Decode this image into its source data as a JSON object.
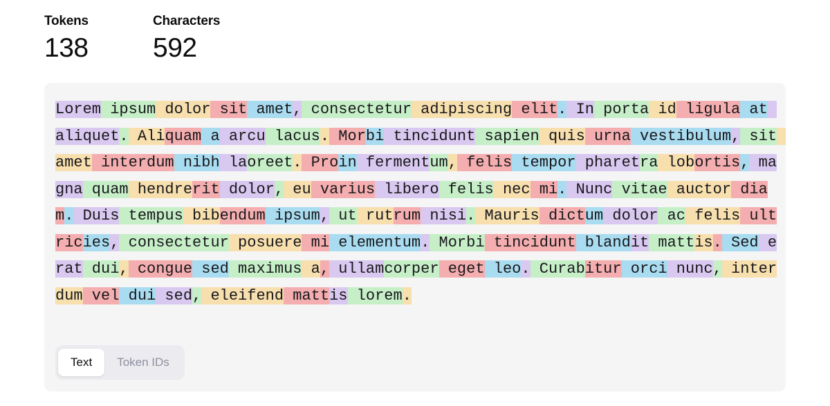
{
  "stats": {
    "tokens": {
      "label": "Tokens",
      "value": "138"
    },
    "characters": {
      "label": "Characters",
      "value": "592"
    }
  },
  "tabs": {
    "text": {
      "label": "Text",
      "active": true
    },
    "token_ids": {
      "label": "Token IDs",
      "active": false
    }
  },
  "palette": {
    "purple": "#d9c8f0",
    "green": "#c6efc8",
    "orange": "#f7dfae",
    "pink": "#f5aeb0",
    "blue": "#a9dcf0"
  },
  "tokenized_text": {
    "full_text": "Lorem ipsum dolor sit amet, consectetur adipiscing elit. In porta id ligula at aliquet. Aliquam a arcu lacus. Morbi tincidunt sapien quis urna vestibulum, sit amet interdum nibh laoreet. Proin fermentum, felis tempor pharetra lobortis, magna quam hendrerit dolor, eu varius libero felis nec mi. Nunc vitae auctor diam. Duis tempus bibendum ipsum, ut rutrum nisi. Mauris dictum dolor ac felis ultricies, consectetur posuere mi elementum. Morbi tincidunt blandit mattis. Sed erat dui, congue sed maximus a, ullamcorper eget leo. Curabitur orci nunc, interdum vel dui sed, eleifend mattis lorem.",
    "tokens": [
      {
        "t": "Lorem",
        "c": "purple"
      },
      {
        "t": " ipsum",
        "c": "green"
      },
      {
        "t": " dolor",
        "c": "orange"
      },
      {
        "t": " sit",
        "c": "pink"
      },
      {
        "t": " amet",
        "c": "blue"
      },
      {
        "t": ",",
        "c": "purple"
      },
      {
        "t": " consectetur",
        "c": "green"
      },
      {
        "t": " adipiscing",
        "c": "orange"
      },
      {
        "t": " elit",
        "c": "pink"
      },
      {
        "t": ".",
        "c": "blue"
      },
      {
        "t": " In",
        "c": "purple"
      },
      {
        "t": " porta",
        "c": "green"
      },
      {
        "t": " id",
        "c": "orange"
      },
      {
        "t": " ligula",
        "c": "pink"
      },
      {
        "t": " at",
        "c": "blue"
      },
      {
        "t": " aliquet",
        "c": "purple"
      },
      {
        "t": ".",
        "c": "green"
      },
      {
        "t": " Ali",
        "c": "orange"
      },
      {
        "t": "quam",
        "c": "pink"
      },
      {
        "t": " a",
        "c": "blue"
      },
      {
        "t": " arcu",
        "c": "purple"
      },
      {
        "t": " lacus",
        "c": "green"
      },
      {
        "t": ".",
        "c": "orange"
      },
      {
        "t": " Mor",
        "c": "pink"
      },
      {
        "t": "bi",
        "c": "blue"
      },
      {
        "t": " tincidunt",
        "c": "purple"
      },
      {
        "t": " sapien",
        "c": "green"
      },
      {
        "t": " quis",
        "c": "orange"
      },
      {
        "t": " urna",
        "c": "pink"
      },
      {
        "t": " vestibulum",
        "c": "blue"
      },
      {
        "t": ",",
        "c": "purple"
      },
      {
        "t": " sit",
        "c": "green"
      },
      {
        "t": " amet",
        "c": "orange"
      },
      {
        "t": " interdum",
        "c": "pink"
      },
      {
        "t": " nibh",
        "c": "blue"
      },
      {
        "t": " la",
        "c": "purple"
      },
      {
        "t": "oreet",
        "c": "green"
      },
      {
        "t": ".",
        "c": "orange"
      },
      {
        "t": " Pro",
        "c": "pink"
      },
      {
        "t": "in",
        "c": "blue"
      },
      {
        "t": " ferment",
        "c": "purple"
      },
      {
        "t": "um",
        "c": "green"
      },
      {
        "t": ",",
        "c": "orange"
      },
      {
        "t": " felis",
        "c": "pink"
      },
      {
        "t": " tempor",
        "c": "blue"
      },
      {
        "t": " pharet",
        "c": "purple"
      },
      {
        "t": "ra",
        "c": "green"
      },
      {
        "t": " lob",
        "c": "orange"
      },
      {
        "t": "ortis",
        "c": "pink"
      },
      {
        "t": ",",
        "c": "blue"
      },
      {
        "t": " magna",
        "c": "purple"
      },
      {
        "t": " quam",
        "c": "green"
      },
      {
        "t": " hendre",
        "c": "orange"
      },
      {
        "t": "rit",
        "c": "pink"
      },
      {
        "t": " dolor",
        "c": "purple"
      },
      {
        "t": ",",
        "c": "green"
      },
      {
        "t": " eu",
        "c": "orange"
      },
      {
        "t": " varius",
        "c": "pink"
      },
      {
        "t": " libero",
        "c": "purple"
      },
      {
        "t": " felis",
        "c": "green"
      },
      {
        "t": " nec",
        "c": "orange"
      },
      {
        "t": " mi",
        "c": "pink"
      },
      {
        "t": ".",
        "c": "blue"
      },
      {
        "t": " Nunc",
        "c": "purple"
      },
      {
        "t": " vitae",
        "c": "green"
      },
      {
        "t": " auctor",
        "c": "orange"
      },
      {
        "t": " diam",
        "c": "pink"
      },
      {
        "t": ".",
        "c": "blue"
      },
      {
        "t": " Duis",
        "c": "purple"
      },
      {
        "t": " tempus",
        "c": "green"
      },
      {
        "t": " bib",
        "c": "orange"
      },
      {
        "t": "endum",
        "c": "pink"
      },
      {
        "t": " ipsum",
        "c": "blue"
      },
      {
        "t": ",",
        "c": "purple"
      },
      {
        "t": " ut",
        "c": "green"
      },
      {
        "t": " rut",
        "c": "orange"
      },
      {
        "t": "rum",
        "c": "pink"
      },
      {
        "t": " nisi",
        "c": "purple"
      },
      {
        "t": ".",
        "c": "green"
      },
      {
        "t": " Mauris",
        "c": "orange"
      },
      {
        "t": " dict",
        "c": "pink"
      },
      {
        "t": "um",
        "c": "blue"
      },
      {
        "t": " dolor",
        "c": "purple"
      },
      {
        "t": " ac",
        "c": "green"
      },
      {
        "t": " felis",
        "c": "orange"
      },
      {
        "t": " ultric",
        "c": "pink"
      },
      {
        "t": "ies",
        "c": "blue"
      },
      {
        "t": ",",
        "c": "purple"
      },
      {
        "t": " consectetur",
        "c": "green"
      },
      {
        "t": " posuere",
        "c": "orange"
      },
      {
        "t": " mi",
        "c": "pink"
      },
      {
        "t": " elementum",
        "c": "blue"
      },
      {
        "t": ".",
        "c": "purple"
      },
      {
        "t": " Morbi",
        "c": "green"
      },
      {
        "t": " tincidunt",
        "c": "pink"
      },
      {
        "t": " bland",
        "c": "blue"
      },
      {
        "t": "it",
        "c": "purple"
      },
      {
        "t": " matt",
        "c": "green"
      },
      {
        "t": "is",
        "c": "orange"
      },
      {
        "t": ".",
        "c": "pink"
      },
      {
        "t": " Sed",
        "c": "blue"
      },
      {
        "t": " erat",
        "c": "purple"
      },
      {
        "t": " dui",
        "c": "green"
      },
      {
        "t": ",",
        "c": "orange"
      },
      {
        "t": " congue",
        "c": "pink"
      },
      {
        "t": " sed",
        "c": "blue"
      },
      {
        "t": " maximus",
        "c": "green"
      },
      {
        "t": " a",
        "c": "orange"
      },
      {
        "t": ",",
        "c": "pink"
      },
      {
        "t": " ullam",
        "c": "purple"
      },
      {
        "t": "corper",
        "c": "green"
      },
      {
        "t": " eget",
        "c": "pink"
      },
      {
        "t": " leo",
        "c": "blue"
      },
      {
        "t": ".",
        "c": "purple"
      },
      {
        "t": " Curab",
        "c": "green"
      },
      {
        "t": "itur",
        "c": "pink"
      },
      {
        "t": " orci",
        "c": "blue"
      },
      {
        "t": " nunc",
        "c": "purple"
      },
      {
        "t": ",",
        "c": "green"
      },
      {
        "t": " interdum",
        "c": "orange"
      },
      {
        "t": " vel",
        "c": "pink"
      },
      {
        "t": " dui",
        "c": "blue"
      },
      {
        "t": " sed",
        "c": "purple"
      },
      {
        "t": ",",
        "c": "green"
      },
      {
        "t": " eleifend",
        "c": "orange"
      },
      {
        "t": " matt",
        "c": "pink"
      },
      {
        "t": "is",
        "c": "purple"
      },
      {
        "t": " lorem",
        "c": "green"
      },
      {
        "t": ".",
        "c": "orange"
      }
    ]
  }
}
